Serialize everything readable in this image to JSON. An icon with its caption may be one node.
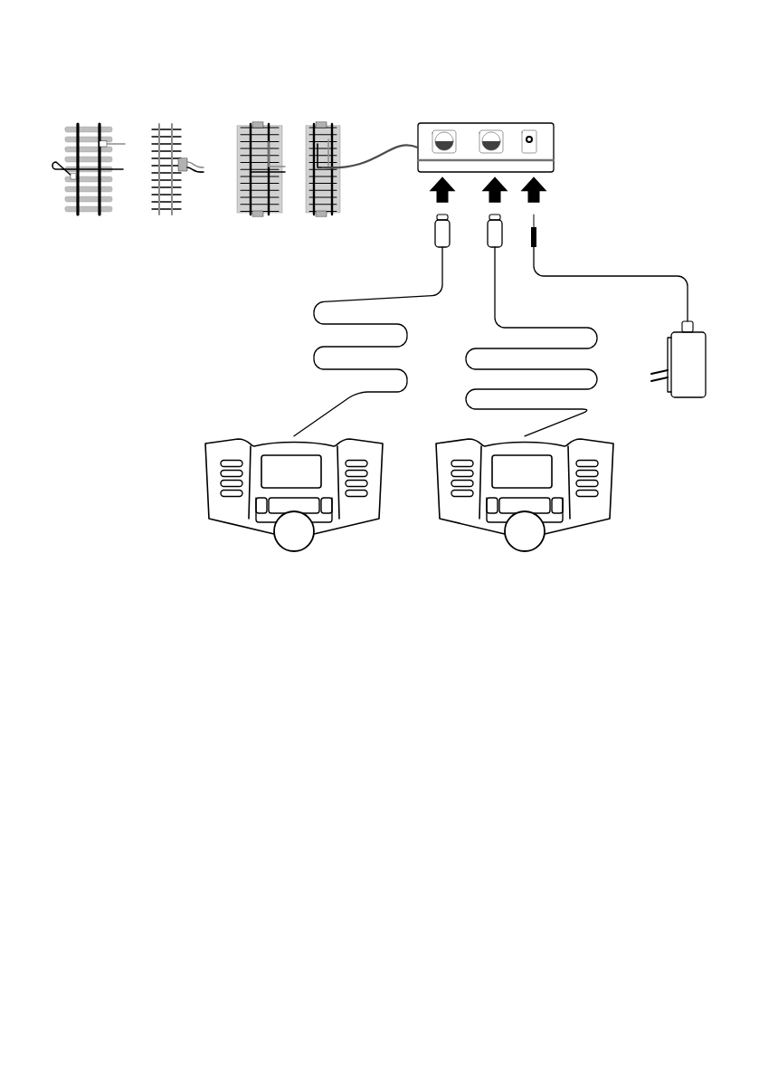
{
  "diagram": {
    "nodes": [
      {
        "text": [],
        "shape": "picture"
      },
      {
        "text": [],
        "shape": "picture"
      },
      {
        "text": [],
        "shape": "picture"
      },
      {
        "text": [],
        "shape": "picture"
      },
      {
        "text": [],
        "shape": "box"
      },
      {
        "text": [],
        "shape": "cylinder"
      },
      {
        "text": [],
        "shape": "cylinder"
      },
      {
        "text": [],
        "shape": "bar"
      },
      {
        "text": [],
        "shape": "box"
      },
      {
        "text": [],
        "shape": "picture"
      },
      {
        "text": [],
        "shape": "picture"
      }
    ],
    "edges": [
      {
        "from": 3,
        "to": 4,
        "arrow": "none"
      },
      {
        "from": 5,
        "to": 4,
        "arrow": "to",
        "style": "thick"
      },
      {
        "from": 6,
        "to": 4,
        "arrow": "to",
        "style": "thick"
      },
      {
        "from": 7,
        "to": 4,
        "arrow": "to",
        "style": "thick"
      },
      {
        "from": 5,
        "to": 9,
        "arrow": "none"
      },
      {
        "from": 6,
        "to": 10,
        "arrow": "none"
      },
      {
        "from": 7,
        "to": 8,
        "arrow": "none"
      }
    ]
  }
}
